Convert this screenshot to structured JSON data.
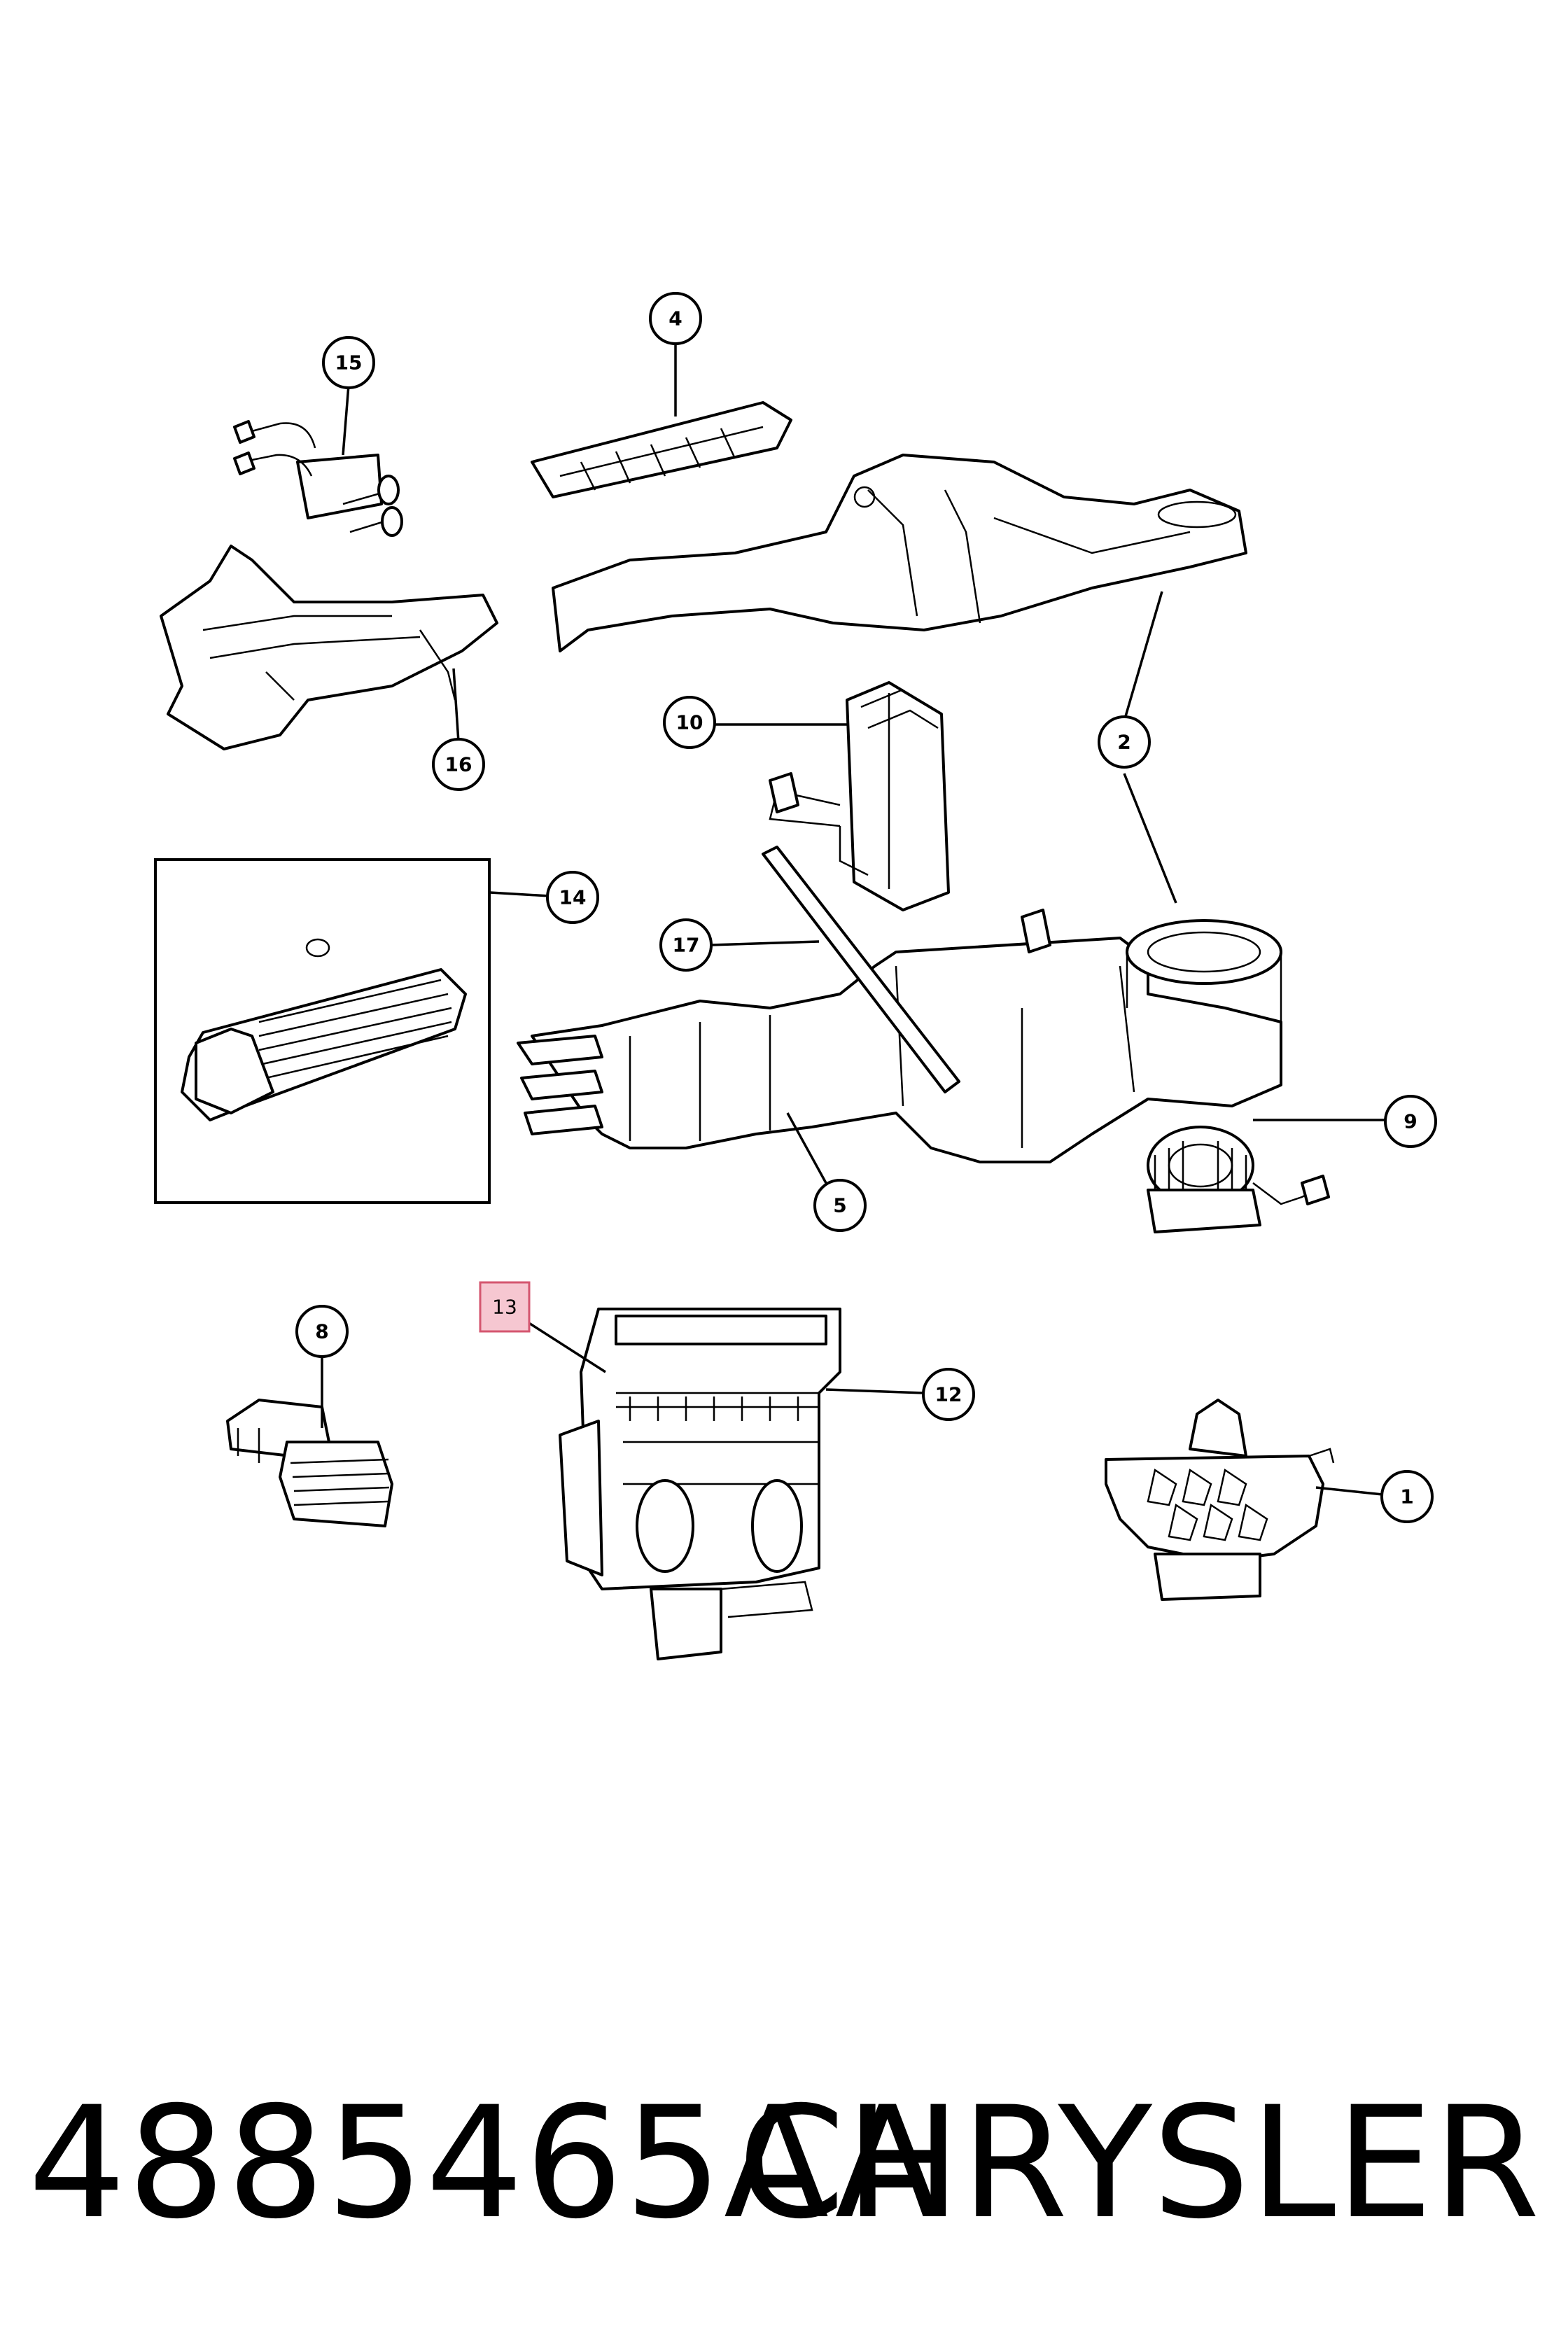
{
  "callouts": {
    "c1": "1",
    "c2": "2",
    "c4": "4",
    "c5": "5",
    "c8": "8",
    "c9": "9",
    "c10": "10",
    "c12": "12",
    "c13": "13",
    "c14": "14",
    "c15": "15",
    "c16": "16",
    "c17": "17"
  },
  "highlighted_callout": "13",
  "footer": {
    "part_number": "4885465AA",
    "brand": "CHRYSLER"
  },
  "colors": {
    "line": "#000000",
    "background": "#ffffff",
    "highlight_fill": "#f6c7d1",
    "highlight_stroke": "#d4566f"
  }
}
